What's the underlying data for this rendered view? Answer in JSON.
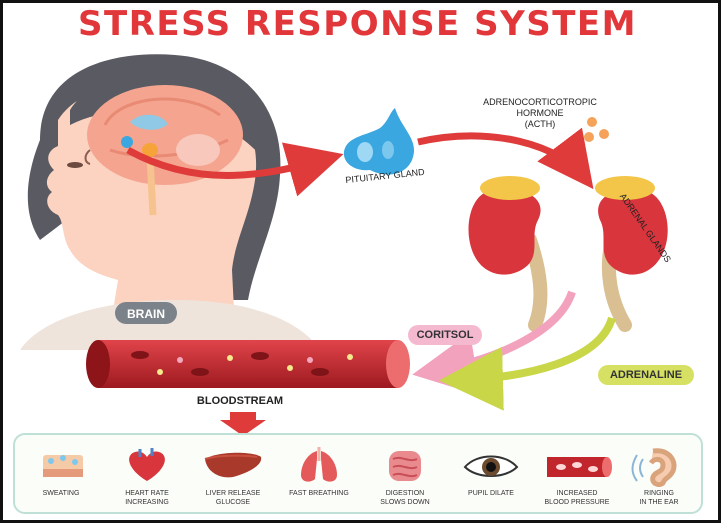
{
  "title": "STRESS RESPONSE SYSTEM",
  "labels": {
    "brain": "BRAIN",
    "pituitary": "PITUITARY GLAND",
    "acth_line1": "ADRENOCORTICOTROPIC",
    "acth_line2": "HORMONE",
    "acth_line3": "(ACTH)",
    "adrenal": "ADRENAL GLANDS",
    "cortisol": "CORITSOL",
    "adrenaline": "ADRENALINE",
    "bloodstream": "BLOODSTREAM"
  },
  "symptoms": [
    {
      "icon": "sweat-skin-icon",
      "line1": "SWEATING",
      "line2": ""
    },
    {
      "icon": "heart-icon",
      "line1": "HEART RATE",
      "line2": "INCREASING"
    },
    {
      "icon": "liver-icon",
      "line1": "LIVER RELEASE",
      "line2": "GLUCOSE"
    },
    {
      "icon": "lungs-icon",
      "line1": "FAST BREATHING",
      "line2": ""
    },
    {
      "icon": "intestine-icon",
      "line1": "DIGESTION",
      "line2": "SLOWS DOWN"
    },
    {
      "icon": "eye-icon",
      "line1": "PUPIL DILATE",
      "line2": ""
    },
    {
      "icon": "blood-vessel-icon",
      "line1": "INCREASED",
      "line2": "BLOOD PRESSURE"
    },
    {
      "icon": "ear-icon",
      "line1": "RINGING",
      "line2": "IN THE EAR"
    }
  ],
  "colors": {
    "title": "#e2373a",
    "arrow_red": "#df3b3b",
    "cortisol": "#f2a2bd",
    "adrenaline": "#c8d648",
    "vessel": "#c0262b",
    "pituitary": "#3aa7e0",
    "kidney": "#d8353d",
    "adrenal_cap": "#f3c64a",
    "skin": "#fbd3c0",
    "hair": "#5a5a63"
  }
}
